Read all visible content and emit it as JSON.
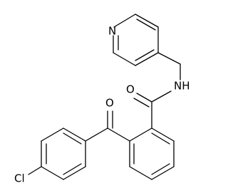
{
  "atoms": {
    "pyridine_n": "N",
    "amide_nh": "NH",
    "amide_o": "O",
    "ketone_o": "O",
    "chlorine": "Cl"
  },
  "colors": {
    "ink": "#000000",
    "background": "#ffffff"
  }
}
